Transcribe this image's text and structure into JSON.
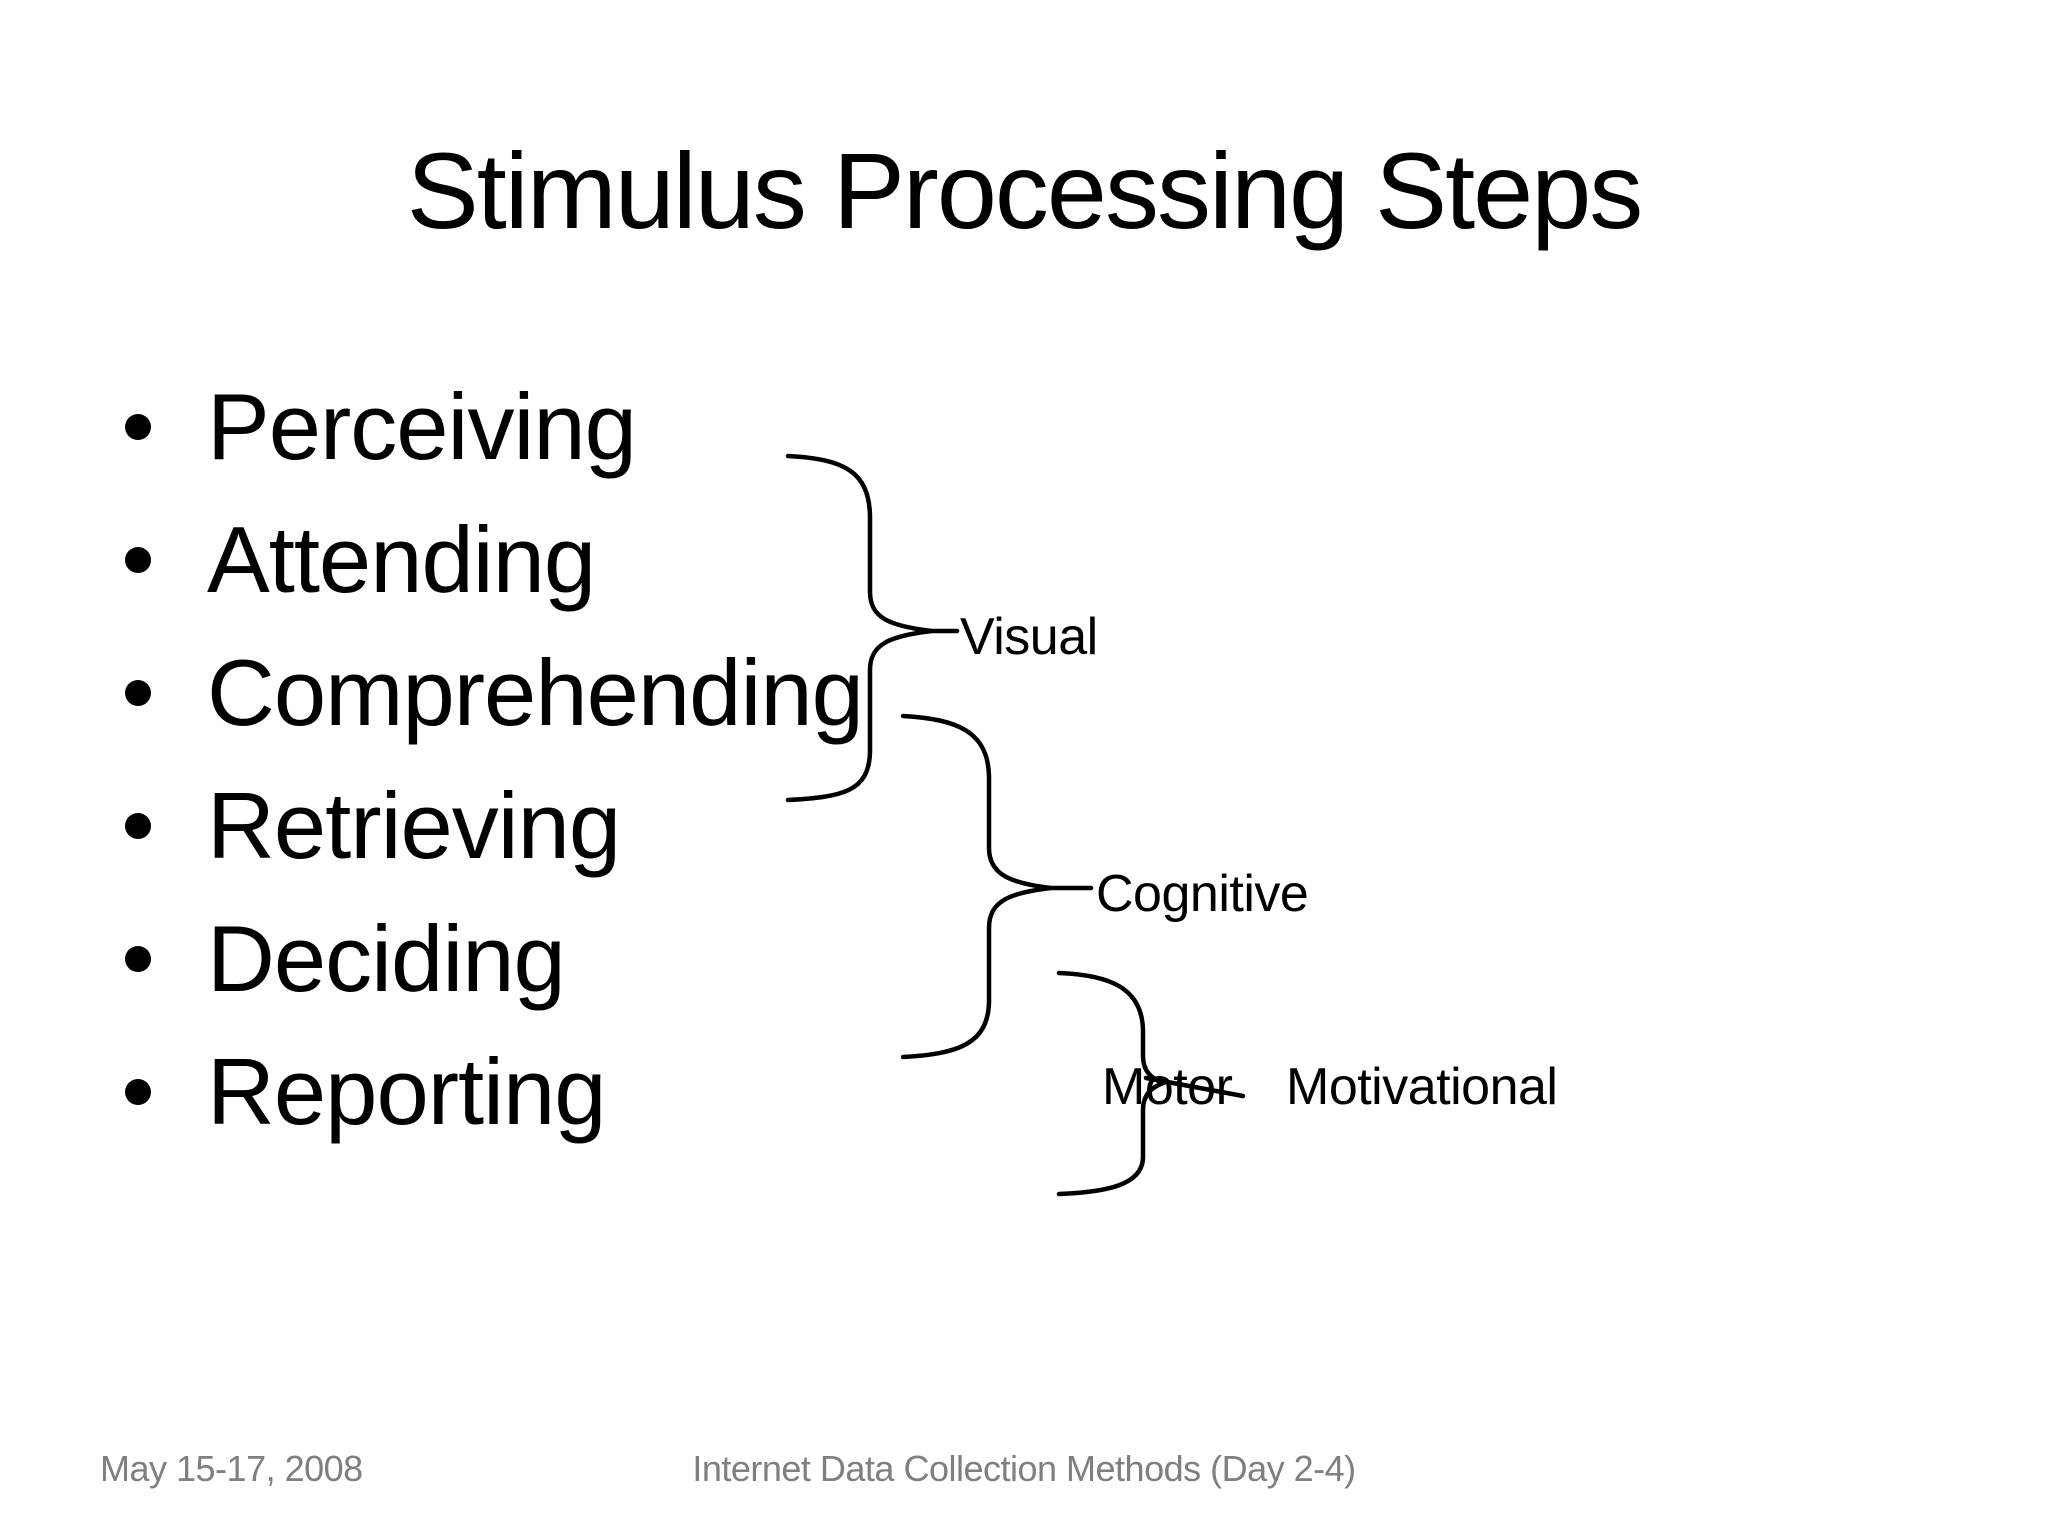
{
  "slide": {
    "title": "Stimulus Processing Steps",
    "bullets": [
      "Perceiving",
      "Attending",
      "Comprehending",
      "Retrieving",
      "Deciding",
      "Reporting"
    ],
    "brace_labels": {
      "visual": "Visual",
      "cognitive": "Cognitive",
      "motor": "Motor",
      "motivational": "Motivational"
    },
    "motor_struck_out": true,
    "footer": {
      "date": "May 15-17, 2008",
      "course": "Internet Data Collection Methods (Day 2-4)"
    },
    "colors": {
      "text": "#000000",
      "line": "#000000",
      "footer_text": "#7f7f7f",
      "background": "#ffffff"
    }
  }
}
